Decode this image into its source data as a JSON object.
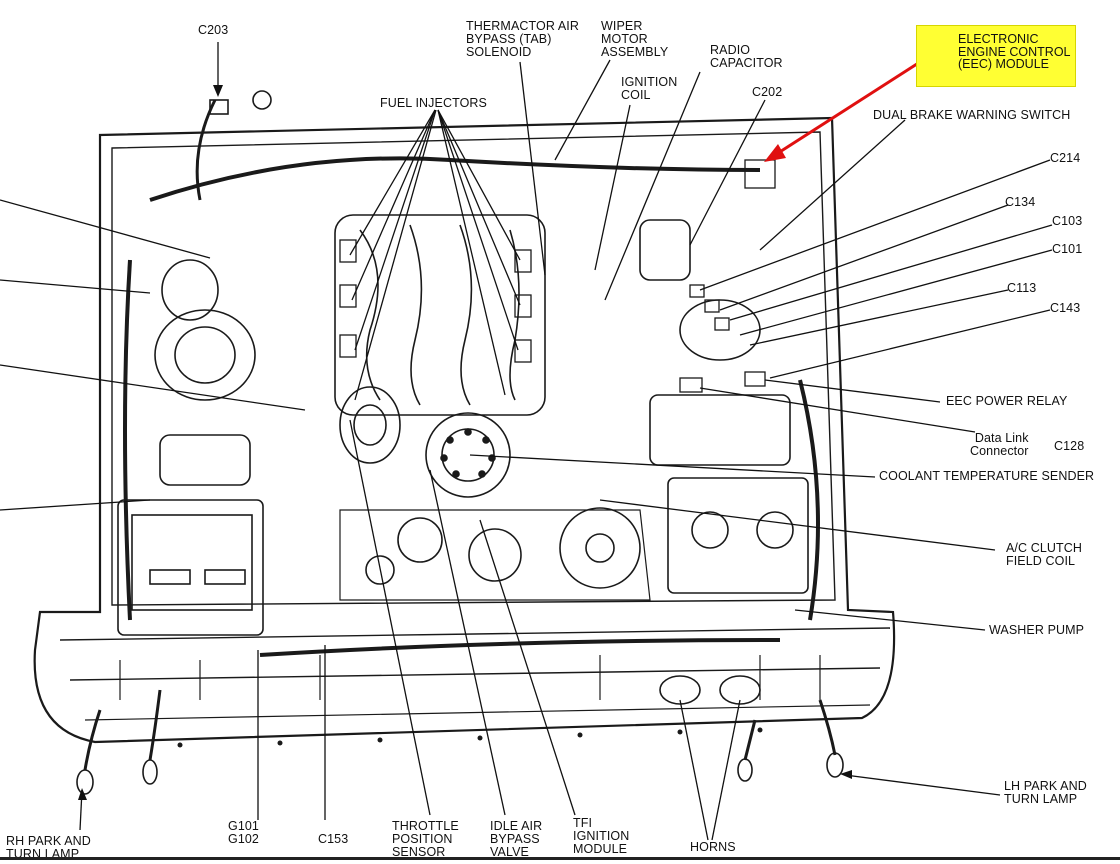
{
  "callout": {
    "text": "ELECTRONIC\nENGINE CONTROL\n(EEC) MODULE",
    "highlight_color": "#ffff33",
    "arrow_color": "#e01010"
  },
  "labels": {
    "c203": "C203",
    "thermactor": "THERMACTOR AIR\nBYPASS (TAB)\nSOLENOID",
    "wiper": "WIPER\nMOTOR\nASSEMBLY",
    "radio_cap": "RADIO\nCAPACITOR",
    "ignition_coil": "IGNITION\nCOIL",
    "fuel_injectors": "FUEL INJECTORS",
    "c202": "C202",
    "dual_brake": "DUAL BRAKE WARNING SWITCH",
    "c214": "C214",
    "c134": "C134",
    "c103": "C103",
    "c101": "C101",
    "c113": "C113",
    "c143": "C143",
    "eec_relay": "EEC POWER RELAY",
    "data_link": "Data Link\nConnector",
    "c128": "C128",
    "coolant": "COOLANT TEMPERATURE SENDER",
    "ac_clutch": "A/C CLUTCH\nFIELD COIL",
    "washer": "WASHER PUMP",
    "lh_park": "LH PARK AND\nTURN LAMP",
    "rh_park": "RH PARK AND\nTURN LAMP",
    "g101": "G101\nG102",
    "c153": "C153",
    "throttle": "THROTTLE\nPOSITION\nSENSOR",
    "idle_air": "IDLE AIR\nBYPASS\nVALVE",
    "tfi": "TFI\nIGNITION\nMODULE",
    "horns": "HORNS"
  }
}
